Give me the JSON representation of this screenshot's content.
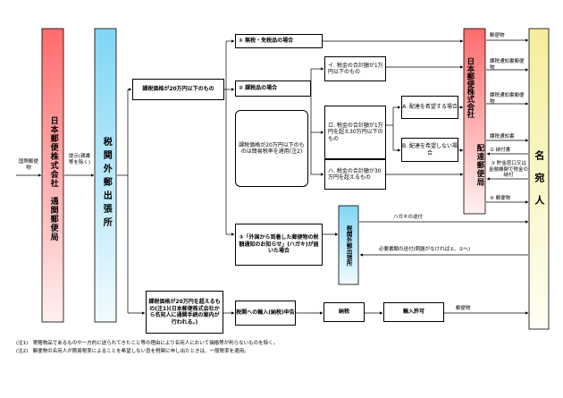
{
  "columns": {
    "japan_post_customs": "日本郵便株式会社　通関郵便局",
    "customs_branch": "税関外郵出張所",
    "japan_post_delivery_a": "日本郵便株式会社",
    "japan_post_delivery_b": "配達郵便局",
    "addressee": "名宛人",
    "customs_branch_small": "税関外郵出張所"
  },
  "flow_labels": {
    "intl_mail": "国際郵便物",
    "submit": "提示(親書等を除く)"
  },
  "boxes": {
    "under200k": "課税価格が20万円以下のもの",
    "over200k": "課税価格が20万円を超えるもの(注1)(日本郵便株式会社から名宛人に通関手続の案内が行われる。)",
    "duty_free": "① 無税・免税品の場合",
    "taxable": "② 課税品の場合",
    "simplified_rate": "課税価格が20万円以下のものは簡易税率を適用(注2)",
    "case_i": "イ. 税金の合計額が1万円以下のもの",
    "case_ro": "ロ. 税金の合計額が1万円を超え30万円以下のもの",
    "case_ha": "ハ. 税金の合計額が30万円を超えるもの",
    "case_a": "A. 配達を希望する場合",
    "case_b": "B. 配達を希望しない場合",
    "postcard": "③「外国から到着した郵便物の税額通知のお知らせ」(ハガキ)が届いた場合",
    "declaration": "税関への輸入(納税)申告",
    "tax_payment": "納税",
    "import_permit": "輸入許可"
  },
  "arrow_labels": {
    "mail_1": "郵便物",
    "tax_notice_mail_1": "課税通知書郵便物",
    "tax_notice_mail_2": "課税通知書郵便物",
    "tax_notice_1": "課税通知書",
    "pay_1": "② 納付書",
    "pay_2": "③ 貯金窓口又は金融機関で税金の納付",
    "mail_2": "④ 郵便物",
    "postcard_send": "ハガキの送付",
    "docs_send": "必要書類の送付(問題がなければ①、②へ)",
    "mail_final": "郵便物"
  },
  "notes": [
    "(注1)　寄贈物品であるものや一方的に送られてきたこと等の理由により名宛人において価格等が判らないものを除く。",
    "(注2)　郵便物の名宛人が簡易税率によることを希望しない旨を税関に申し出たときは、一般税率を適用。"
  ],
  "colors": {
    "red_grad_top": "#ff6b6b",
    "red_grad_bottom": "#fff0f0",
    "blue_grad_top": "#7fd6f5",
    "blue_grad_bottom": "#f2fbff",
    "yellow_grad_top": "#f4ee9a",
    "yellow_grad_bottom": "#fffef4"
  }
}
